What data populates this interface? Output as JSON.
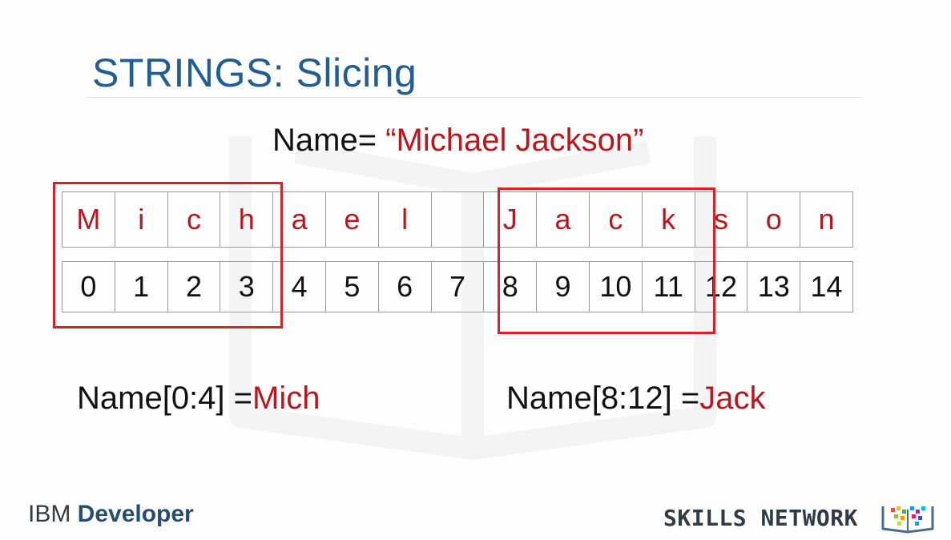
{
  "slide": {
    "title": "STRINGS: Slicing",
    "assignment": {
      "prefix": "Name= ",
      "value": "“Michael Jackson”"
    },
    "characters": [
      "M",
      "i",
      "c",
      "h",
      "a",
      "e",
      "l",
      " ",
      "J",
      "a",
      "c",
      "k",
      "s",
      "o",
      "n"
    ],
    "indices": [
      "0",
      "1",
      "2",
      "3",
      "4",
      "5",
      "6",
      "7",
      "8",
      "9",
      "10",
      "11",
      "12",
      "13",
      "14"
    ],
    "highlight_ranges": [
      [
        0,
        4
      ],
      [
        8,
        12
      ]
    ],
    "results": [
      {
        "expr": "Name[0:4] =",
        "value": "Mich"
      },
      {
        "expr": "Name[8:12] =",
        "value": "Jack"
      }
    ]
  },
  "branding": {
    "left_prefix": "IBM ",
    "left_strong": "Developer",
    "right": "SKILLS NETWORK",
    "right_logo_icon": "skills-network-book-icon"
  },
  "colors": {
    "title": "#1f5e96",
    "accent_text": "#c0141b",
    "highlight_box": "#dd1f26"
  }
}
